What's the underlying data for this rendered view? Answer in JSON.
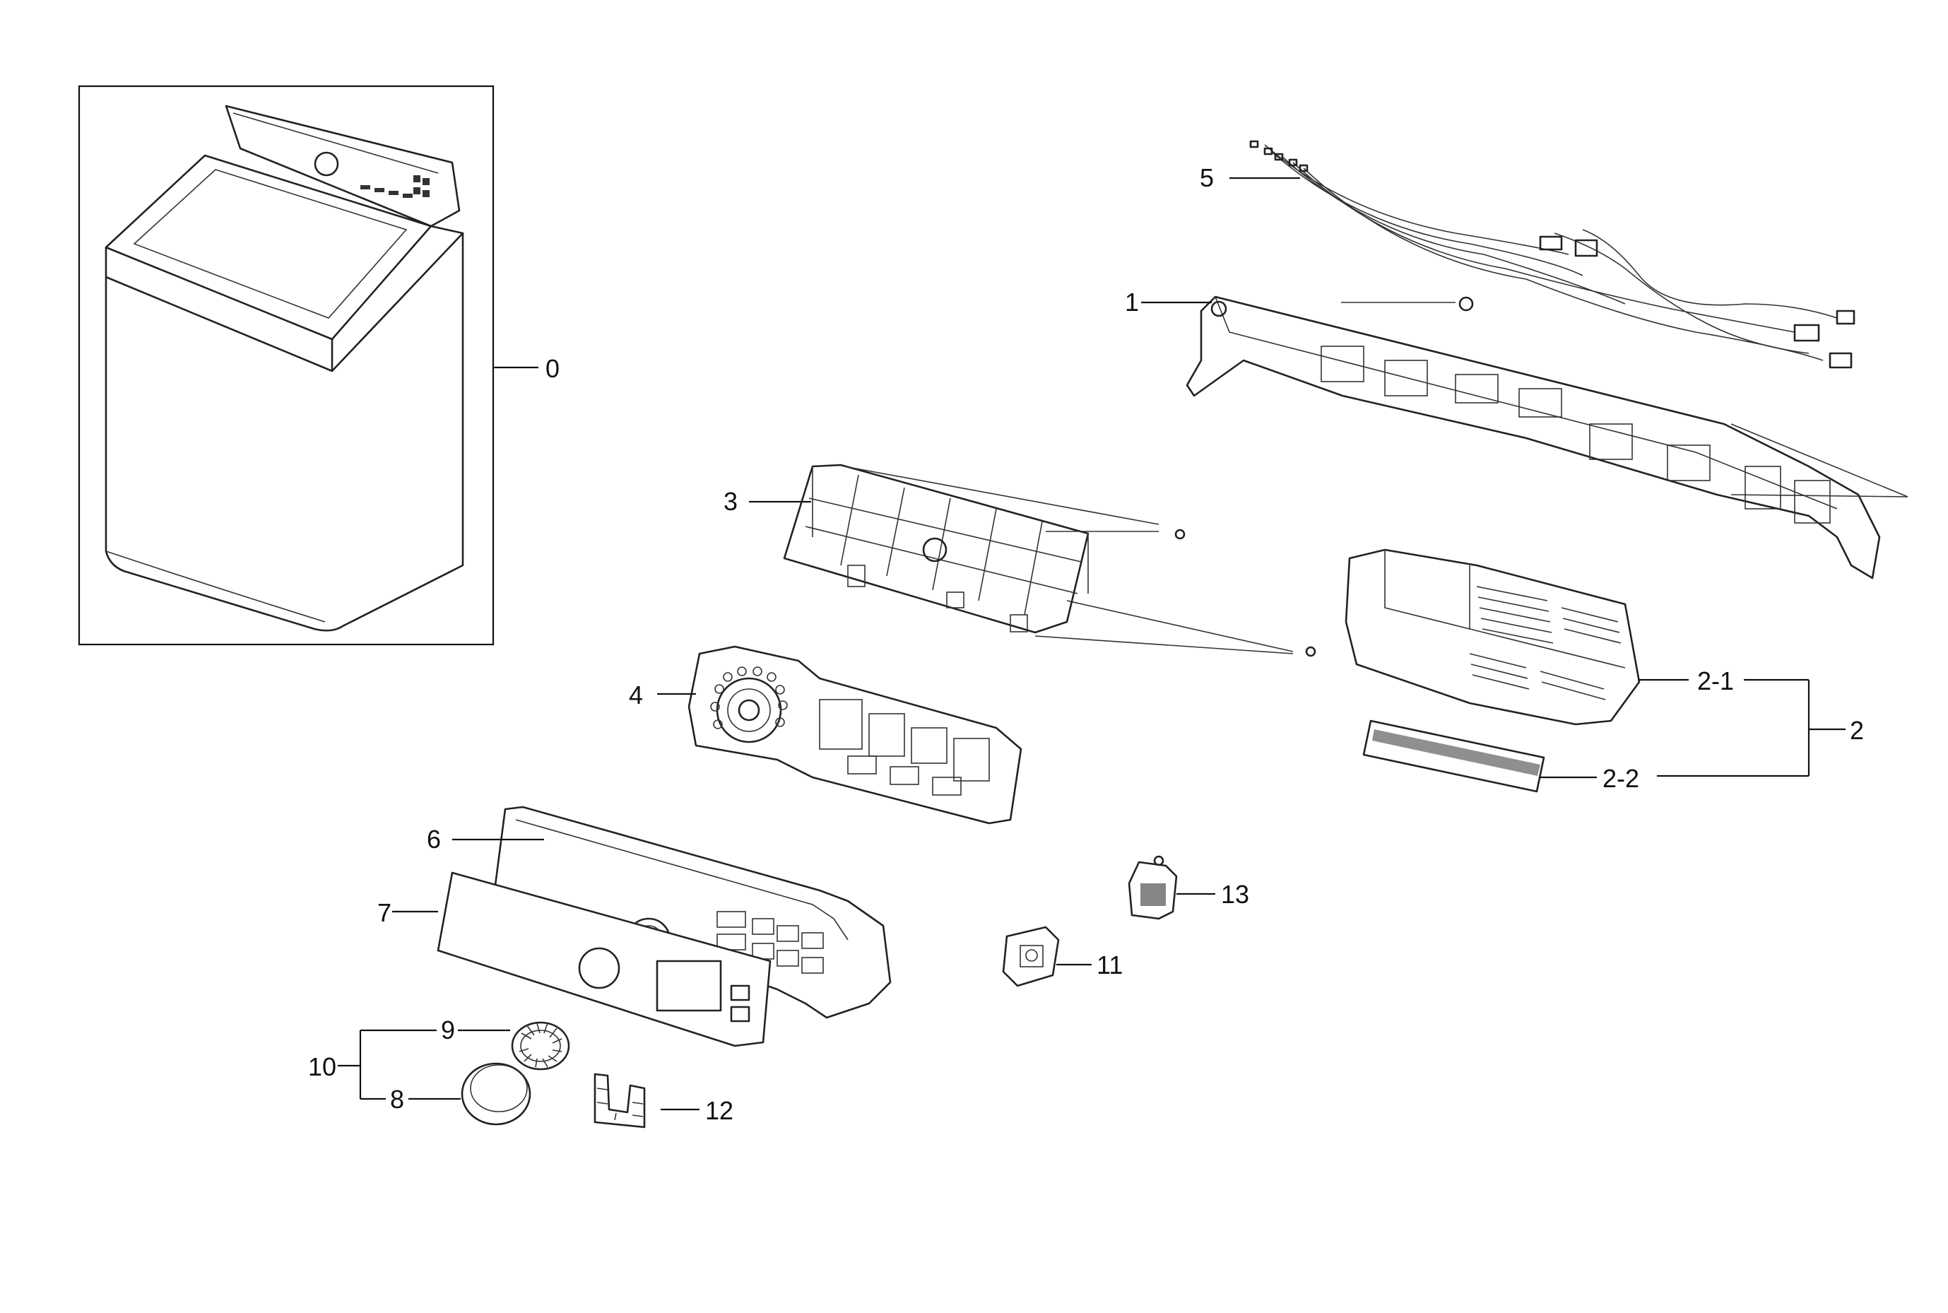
{
  "parts": {
    "p0": "0",
    "p1": "1",
    "p2": "2",
    "p2_1": "2-1",
    "p2_2": "2-2",
    "p3": "3",
    "p4": "4",
    "p5": "5",
    "p6": "6",
    "p7": "7",
    "p8": "8",
    "p9": "9",
    "p10": "10",
    "p11": "11",
    "p12": "12",
    "p13": "13"
  }
}
